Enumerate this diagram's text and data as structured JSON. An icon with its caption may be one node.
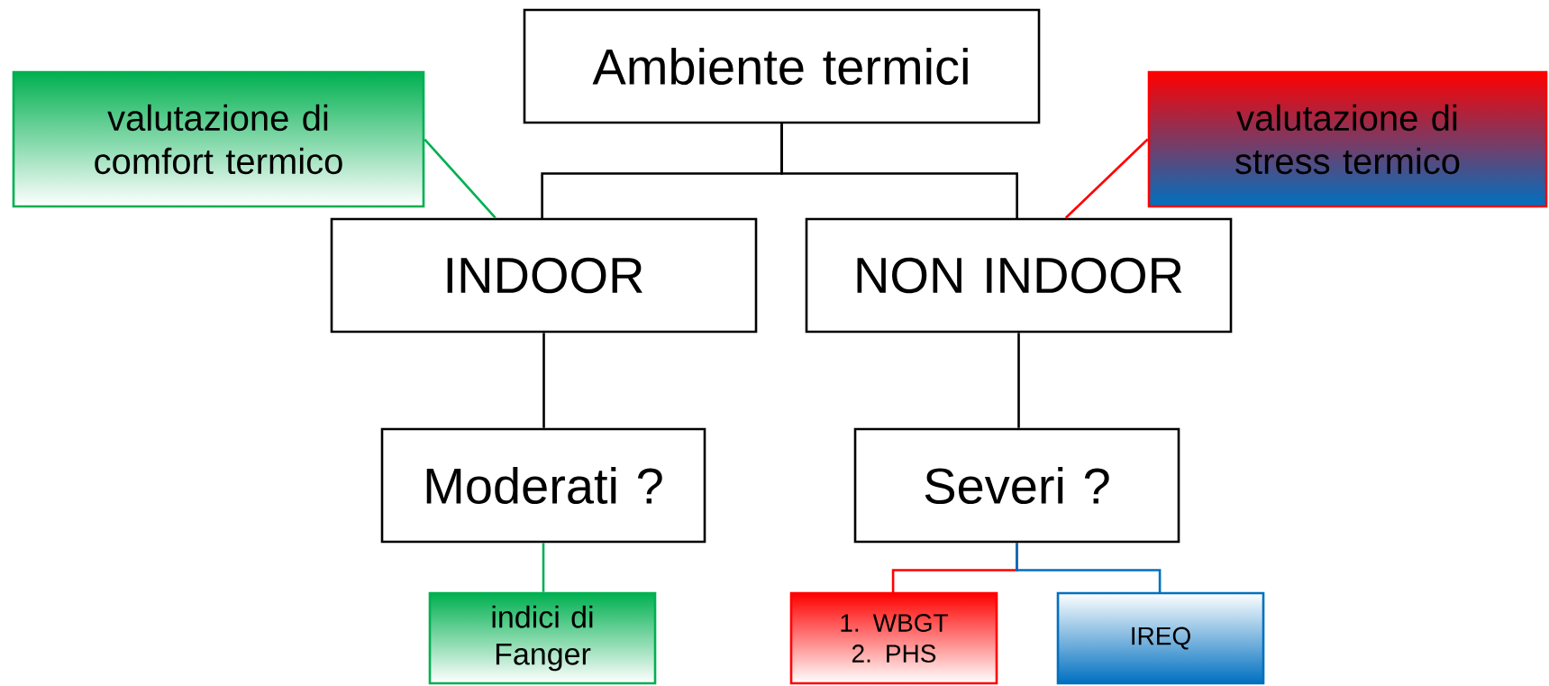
{
  "diagram": {
    "nodes": [
      {
        "text": [
          "Ambiente termici"
        ]
      },
      {
        "text": [
          "valutazione di comfort termico"
        ]
      },
      {
        "text": [
          "valutazione di stress termico"
        ]
      },
      {
        "text": [
          "INDOOR"
        ]
      },
      {
        "text": [
          "NON INDOOR"
        ]
      },
      {
        "text": [
          "Moderati ?"
        ]
      },
      {
        "text": [
          "Severi ?"
        ]
      },
      {
        "text": [
          "indici di Fanger"
        ]
      },
      {
        "text": [
          "1. WBGT 2. PHS"
        ]
      },
      {
        "text": [
          "IREQ"
        ]
      }
    ],
    "edges": [
      {
        "from": 0,
        "to": 3,
        "arrow": "none"
      },
      {
        "from": 0,
        "to": 4,
        "arrow": "none"
      },
      {
        "from": 1,
        "to": 3,
        "arrow": "none",
        "color": "#00b050"
      },
      {
        "from": 2,
        "to": 4,
        "arrow": "none",
        "color": "#ff0000"
      },
      {
        "from": 3,
        "to": 5,
        "arrow": "none"
      },
      {
        "from": 4,
        "to": 6,
        "arrow": "none"
      },
      {
        "from": 5,
        "to": 7,
        "arrow": "none",
        "color": "#00b050"
      },
      {
        "from": 6,
        "to": 8,
        "arrow": "none",
        "color": "#ff0000"
      },
      {
        "from": 6,
        "to": 9,
        "arrow": "none",
        "color": "#0070c0"
      }
    ]
  }
}
